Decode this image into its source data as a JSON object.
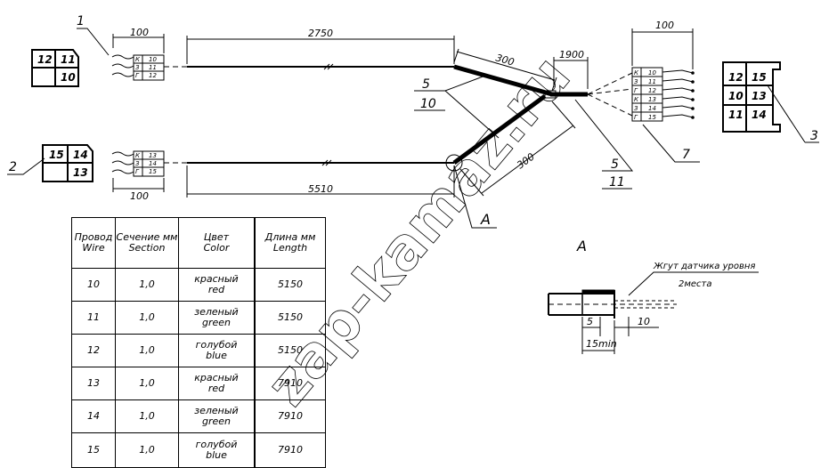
{
  "dims": {
    "d100_top": "100",
    "d2750": "2750",
    "d300_top": "300",
    "d1900": "1900",
    "d100_right": "100",
    "d300_diag": "300",
    "d100_bottom": "100",
    "d5510": "5510",
    "d5": "5",
    "d10": "10",
    "d15min": "15min"
  },
  "callouts": {
    "n1": "1",
    "n2": "2",
    "n3": "3",
    "n5a": "5",
    "n10": "10",
    "n5b": "5",
    "n11": "11",
    "n7": "7",
    "view_A": "A",
    "section_A": "A"
  },
  "connectors": {
    "c1": [
      "12",
      "11",
      "10"
    ],
    "c2": [
      "15",
      "14",
      "13"
    ],
    "c3": [
      "12",
      "15",
      "10",
      "13",
      "11",
      "14"
    ]
  },
  "pins_left_top": [
    [
      "К",
      "10"
    ],
    [
      "З",
      "11"
    ],
    [
      "Г",
      "12"
    ]
  ],
  "pins_left_bot": [
    [
      "К",
      "13"
    ],
    [
      "З",
      "14"
    ],
    [
      "Г",
      "15"
    ]
  ],
  "pins_right": [
    [
      "К",
      "10"
    ],
    [
      "З",
      "11"
    ],
    [
      "Г",
      "12"
    ],
    [
      "К",
      "13"
    ],
    [
      "З",
      "14"
    ],
    [
      "Г",
      "15"
    ]
  ],
  "detail": {
    "label": "Жгут датчика уровня",
    "qty": "2места"
  },
  "watermark": "zap-kamaz.ru",
  "table": {
    "headers": [
      [
        "Провод",
        "Wire"
      ],
      [
        "Сечение мм",
        "Section"
      ],
      [
        "Цвет",
        "Color"
      ],
      [
        "Длина мм",
        "Length"
      ]
    ],
    "rows": [
      {
        "wire": "10",
        "section": "1,0",
        "color_ru": "красный",
        "color_en": "red",
        "length": "5150"
      },
      {
        "wire": "11",
        "section": "1,0",
        "color_ru": "зеленый",
        "color_en": "green",
        "length": "5150"
      },
      {
        "wire": "12",
        "section": "1,0",
        "color_ru": "голубой",
        "color_en": "blue",
        "length": "5150"
      },
      {
        "wire": "13",
        "section": "1,0",
        "color_ru": "красный",
        "color_en": "red",
        "length": "7910"
      },
      {
        "wire": "14",
        "section": "1,0",
        "color_ru": "зеленый",
        "color_en": "green",
        "length": "7910"
      },
      {
        "wire": "15",
        "section": "1,0",
        "color_ru": "голубой",
        "color_en": "blue",
        "length": "7910"
      }
    ]
  }
}
